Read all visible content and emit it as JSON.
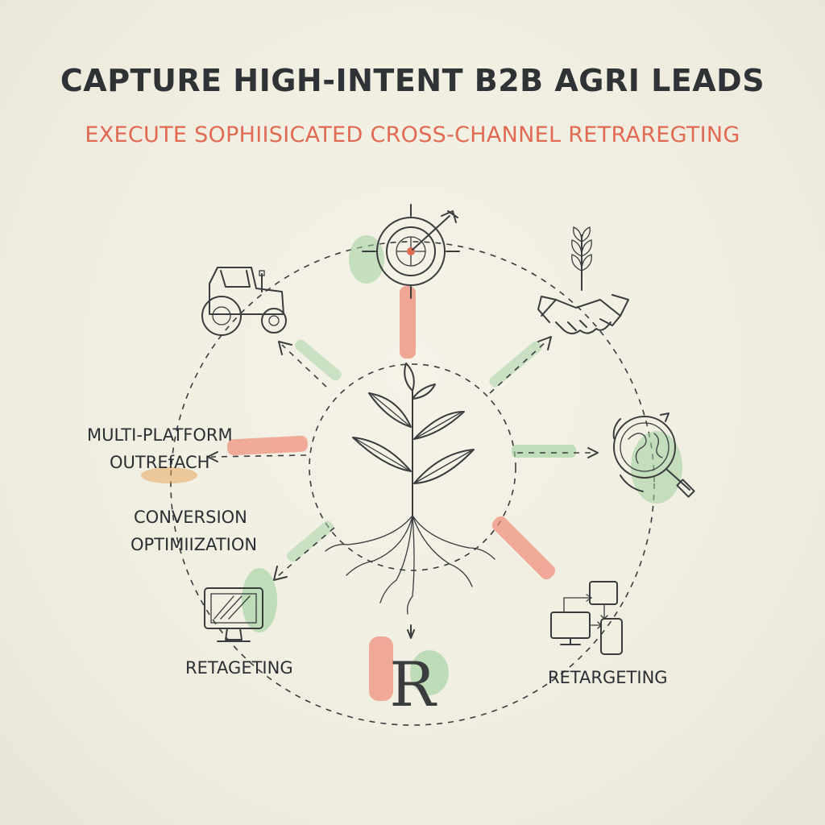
{
  "header": {
    "title": "CAPTURE HIGH-INTENT B2B AGRI LEADS",
    "subtitle": "EXECUTE SOPHIISICATED CROSS-CHANNEL RETRAREGTING"
  },
  "labels": {
    "outreach_line1": "MULTI-PLATFORM",
    "outreach_line2": "OUTREfACH",
    "conversion_line1": "CONVERSION",
    "conversion_line2": "OPTIMIIZATION",
    "retargeting_left": "RETAGETING",
    "retargeting_right": "RETARGETING",
    "center_letter": "R"
  },
  "icons": [
    "target-icon",
    "tractor-icon",
    "wheat-handshake-icon",
    "globe-magnifier-icon",
    "plant-roots-icon",
    "computer-monitor-icon",
    "devices-icon"
  ],
  "colors": {
    "title": "#2f3336",
    "subtitle": "#e06a52",
    "accent_red": "#ef8c78",
    "accent_green": "#9fd09f",
    "ink": "#3a3c3e",
    "paper": "#f1efe2"
  }
}
